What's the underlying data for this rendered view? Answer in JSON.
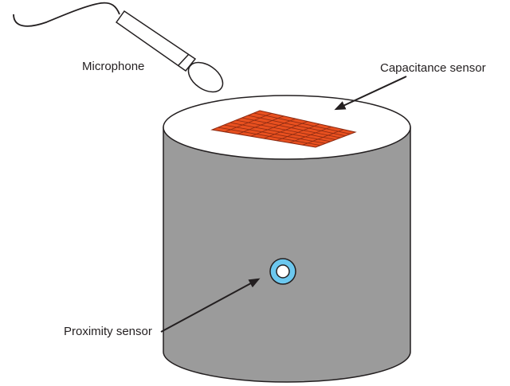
{
  "labels": {
    "microphone": "Microphone",
    "capacitance_sensor": "Capacitance sensor",
    "proximity_sensor": "Proximity sensor"
  },
  "colors": {
    "cylinder_body": "#9b9b9b",
    "cylinder_top": "#ffffff",
    "outline": "#231f20",
    "sensor_grid": "#e8501f",
    "sensor_grid_lines": "#8a2a12",
    "proximity_ring": "#6cc8ef",
    "background": "#ffffff"
  },
  "capacitance_grid": {
    "rows": 8,
    "cols": 8
  }
}
